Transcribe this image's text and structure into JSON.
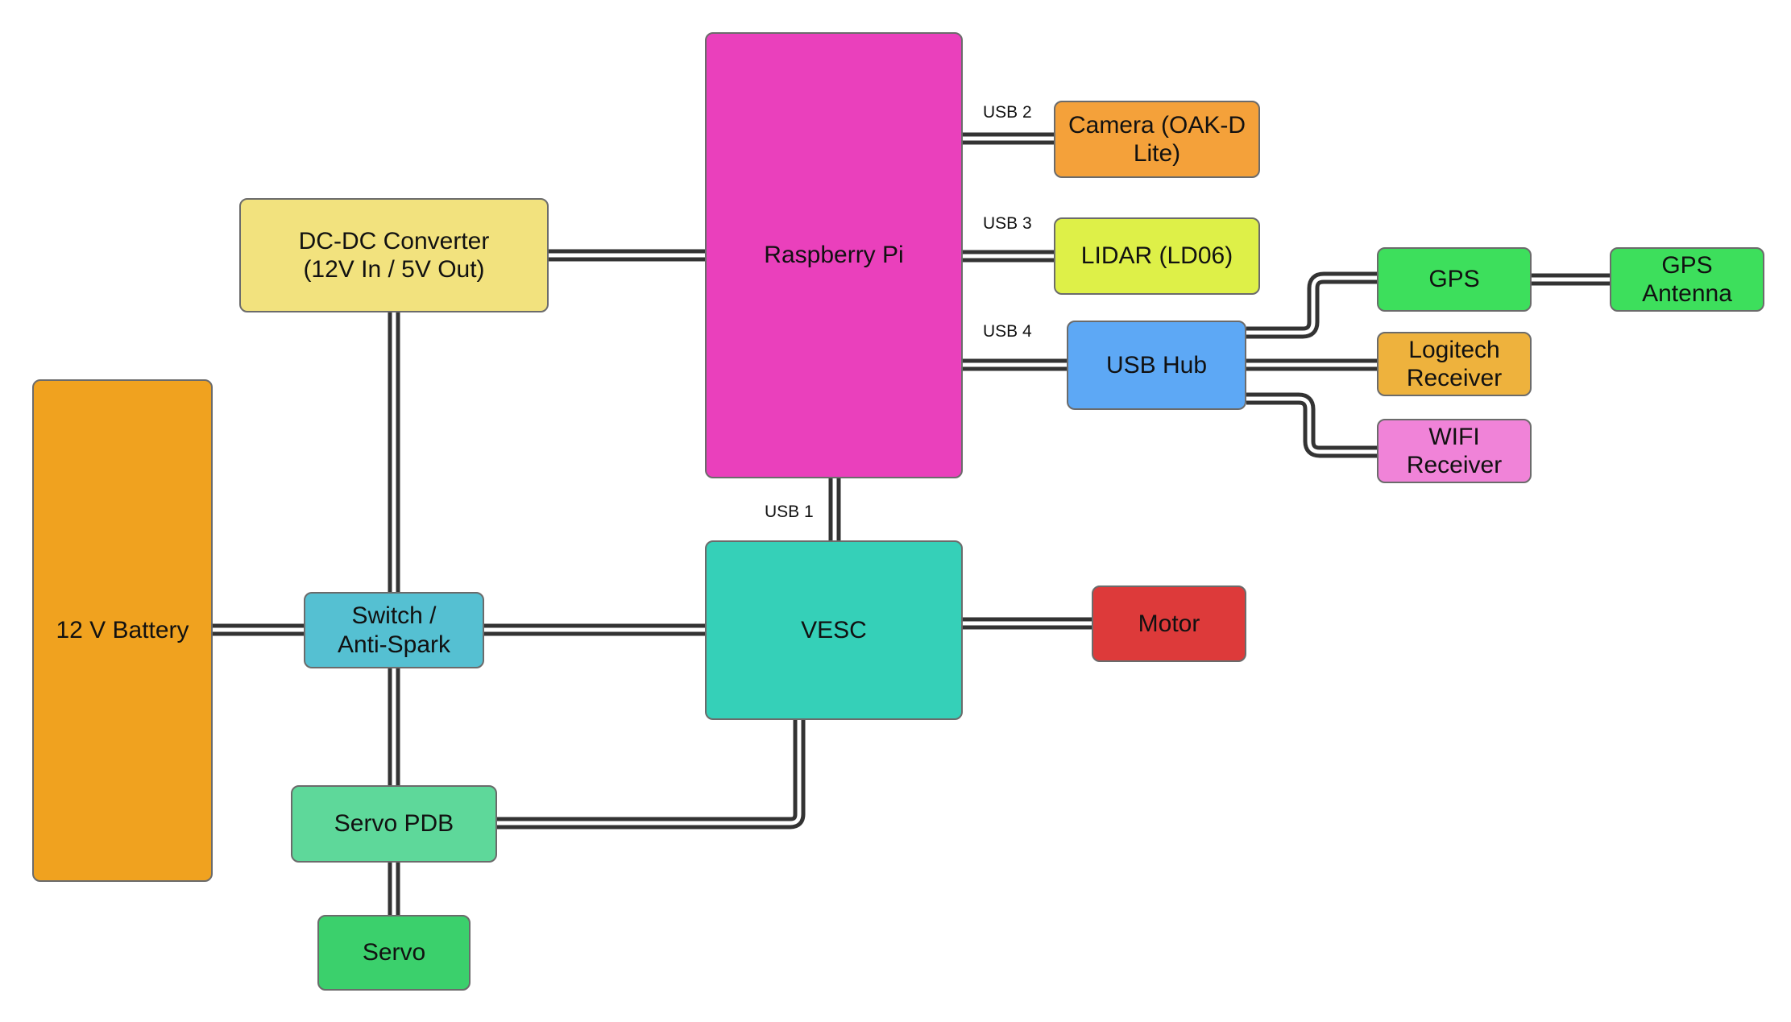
{
  "diagram": {
    "nodes": [
      {
        "id": "raspberry-pi",
        "label": "Raspberry Pi",
        "color": "#EA40BC"
      },
      {
        "id": "dcdc-converter",
        "label": "DC-DC Converter\n(12V In / 5V Out)",
        "color": "#F2E27E"
      },
      {
        "id": "camera",
        "label": "Camera (OAK-D\nLite)",
        "color": "#F4A13A"
      },
      {
        "id": "lidar",
        "label": "LIDAR (LD06)",
        "color": "#DEF048"
      },
      {
        "id": "usb-hub",
        "label": "USB Hub",
        "color": "#5DA8F5"
      },
      {
        "id": "gps",
        "label": "GPS",
        "color": "#3DDF5C"
      },
      {
        "id": "gps-antenna",
        "label": "GPS\nAntenna",
        "color": "#3DDF5C"
      },
      {
        "id": "logitech-receiver",
        "label": "Logitech\nReceiver",
        "color": "#EEB23D"
      },
      {
        "id": "wifi-receiver",
        "label": "WIFI\nReceiver",
        "color": "#F083D8"
      },
      {
        "id": "battery",
        "label": "12 V Battery",
        "color": "#F0A21F"
      },
      {
        "id": "switch-antispark",
        "label": "Switch /\nAnti-Spark",
        "color": "#55C0D2"
      },
      {
        "id": "vesc",
        "label": "VESC",
        "color": "#35D0B8"
      },
      {
        "id": "motor",
        "label": "Motor",
        "color": "#DD3A3A"
      },
      {
        "id": "servo-pdb",
        "label": "Servo PDB",
        "color": "#5ED89A"
      },
      {
        "id": "servo",
        "label": "Servo",
        "color": "#3BD06C"
      }
    ],
    "port_labels": [
      "USB 1",
      "USB 2",
      "USB 3",
      "USB 4"
    ],
    "edges": [
      {
        "from": "dcdc-converter",
        "to": "raspberry-pi"
      },
      {
        "from": "raspberry-pi",
        "to": "camera",
        "label": "USB 2"
      },
      {
        "from": "raspberry-pi",
        "to": "lidar",
        "label": "USB 3"
      },
      {
        "from": "raspberry-pi",
        "to": "usb-hub",
        "label": "USB 4"
      },
      {
        "from": "raspberry-pi",
        "to": "vesc",
        "label": "USB 1"
      },
      {
        "from": "usb-hub",
        "to": "gps"
      },
      {
        "from": "usb-hub",
        "to": "logitech-receiver"
      },
      {
        "from": "usb-hub",
        "to": "wifi-receiver"
      },
      {
        "from": "gps",
        "to": "gps-antenna"
      },
      {
        "from": "battery",
        "to": "switch-antispark"
      },
      {
        "from": "switch-antispark",
        "to": "dcdc-converter"
      },
      {
        "from": "switch-antispark",
        "to": "vesc"
      },
      {
        "from": "switch-antispark",
        "to": "servo-pdb"
      },
      {
        "from": "vesc",
        "to": "motor"
      },
      {
        "from": "vesc",
        "to": "servo-pdb"
      },
      {
        "from": "servo-pdb",
        "to": "servo"
      }
    ],
    "wire_color": "#333333"
  }
}
